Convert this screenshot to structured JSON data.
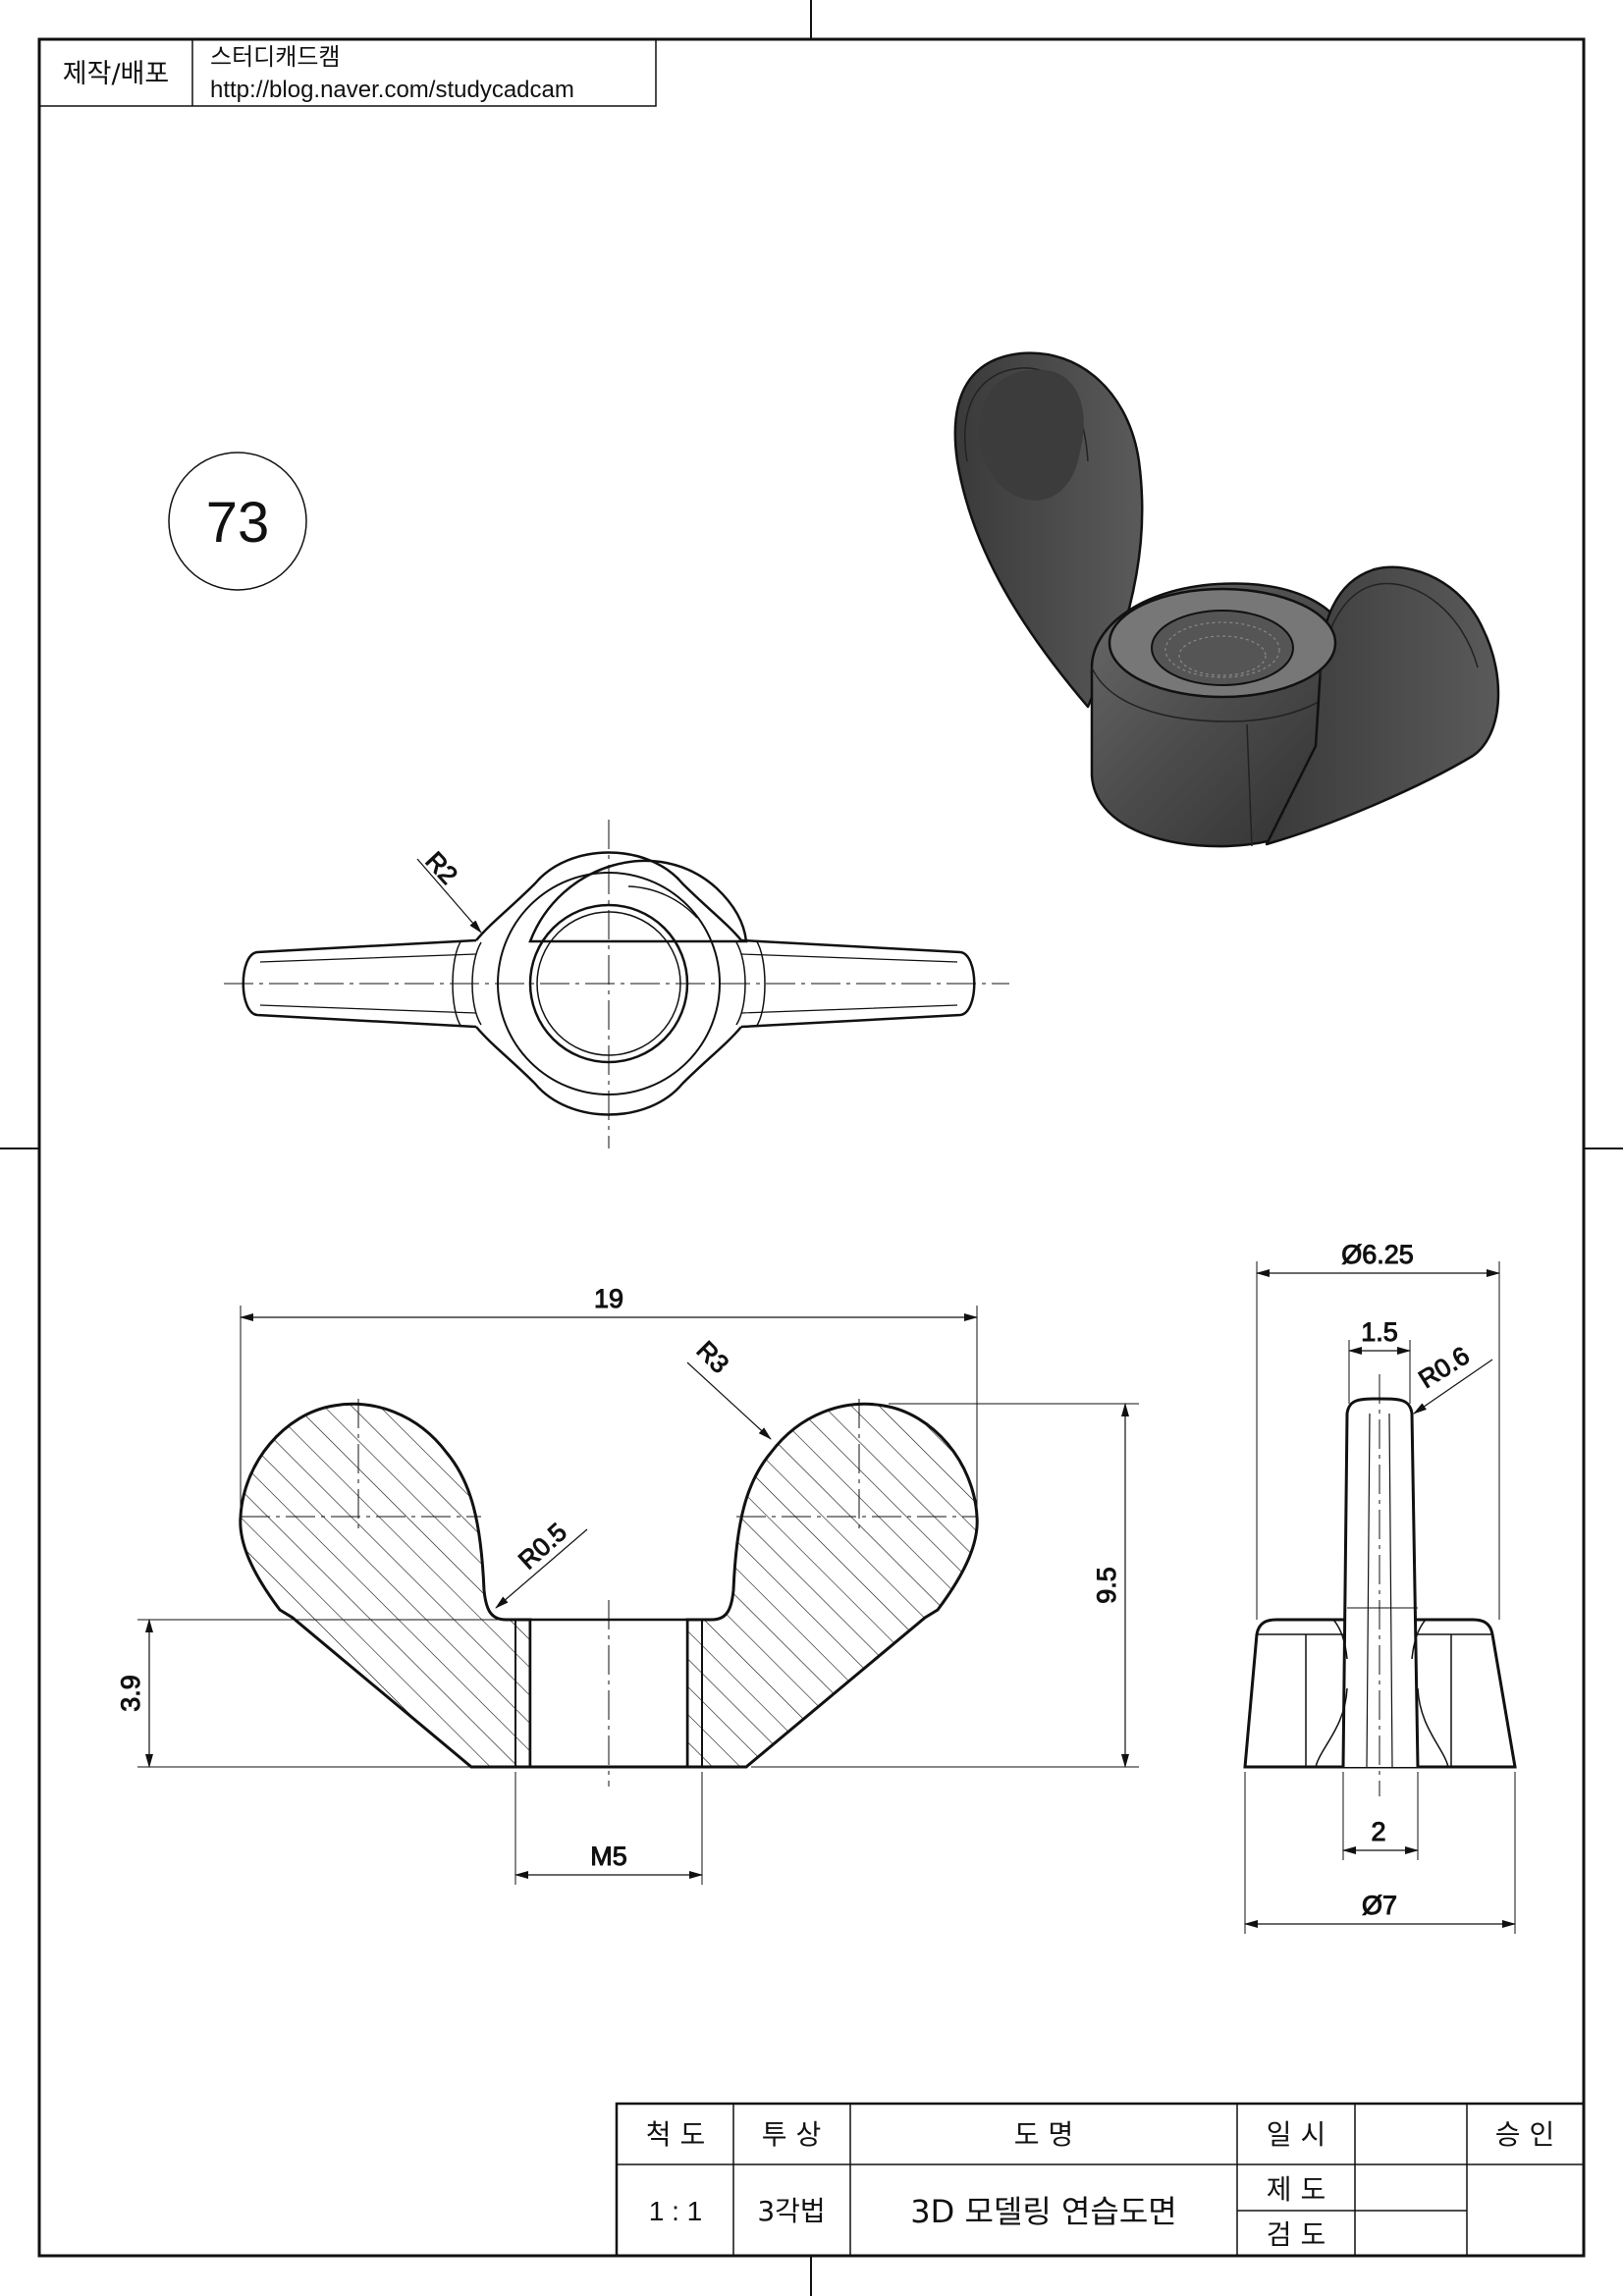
{
  "header_box": {
    "producer_label": "제작/배포",
    "site_name": "스터디캐드캠",
    "site_url": "http://blog.naver.com/studycadcam"
  },
  "problem_number": "73",
  "dimensions": {
    "top_view_radius": "R2",
    "overall_width": "19",
    "wing_radius": "R3",
    "fillet_radius": "R0.5",
    "overall_height": "9.5",
    "boss_height": "3.9",
    "thread": "M5",
    "side_top_diameter": "Ø6.25",
    "wing_thickness": "1.5",
    "wing_tip_radius": "R0.6",
    "wing_base_thickness": "2",
    "side_base_diameter": "Ø7"
  },
  "title_block": {
    "scale_label": "척 도",
    "projection_label": "투 상",
    "drawing_name_label": "도 명",
    "date_label": "일 시",
    "approval_label": "승 인",
    "scale_value": "1 : 1",
    "projection_value": "3각법",
    "drawing_name_value": "3D 모델링 연습도면",
    "drawn_label": "제 도",
    "checked_label": "검 도"
  }
}
